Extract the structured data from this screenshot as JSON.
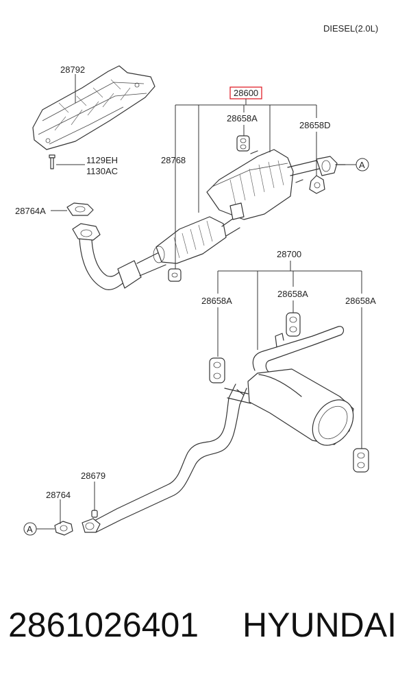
{
  "header": {
    "engine": "DIESEL(2.0L)"
  },
  "callouts": {
    "heat_shield": "28792",
    "bolt_a": "1129EH",
    "bolt_b": "1130AC",
    "gasket_front": "28764A",
    "assembly_front": "28600",
    "hanger_a_top": "28658A",
    "hanger_d": "28658D",
    "center_pipe": "28768",
    "assembly_rear": "28700",
    "hanger_a_left": "28658A",
    "hanger_a_mid": "28658A",
    "hanger_a_right": "28658A",
    "clamp": "28679",
    "gasket_rear": "28764",
    "connector_front": "A",
    "connector_rear": "A"
  },
  "footer": {
    "part_number": "2861026401",
    "brand": "HYUNDAI"
  },
  "colors": {
    "highlight": "#e0202a",
    "line": "#333333"
  }
}
